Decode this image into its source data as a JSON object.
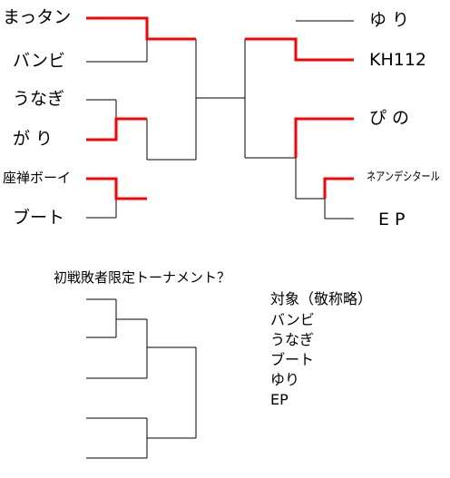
{
  "colors": {
    "background": "#ffffff",
    "line": "#000000",
    "winner": "#ff0000"
  },
  "main_bracket": {
    "left": [
      "まっタン",
      "バンビ",
      "うなぎ",
      "が り",
      "座禅ボーイ",
      "ブート"
    ],
    "right": [
      "ゆ り",
      "KH112",
      "ぴ の",
      "ネアンデシタール",
      "E P"
    ]
  },
  "consolation": {
    "caption": "初戦敗者限定トーナメント？",
    "list_title": "対象（敬称略）",
    "participants": [
      "バンビ",
      "うなぎ",
      "ブート",
      "ゆり",
      "EP"
    ]
  }
}
